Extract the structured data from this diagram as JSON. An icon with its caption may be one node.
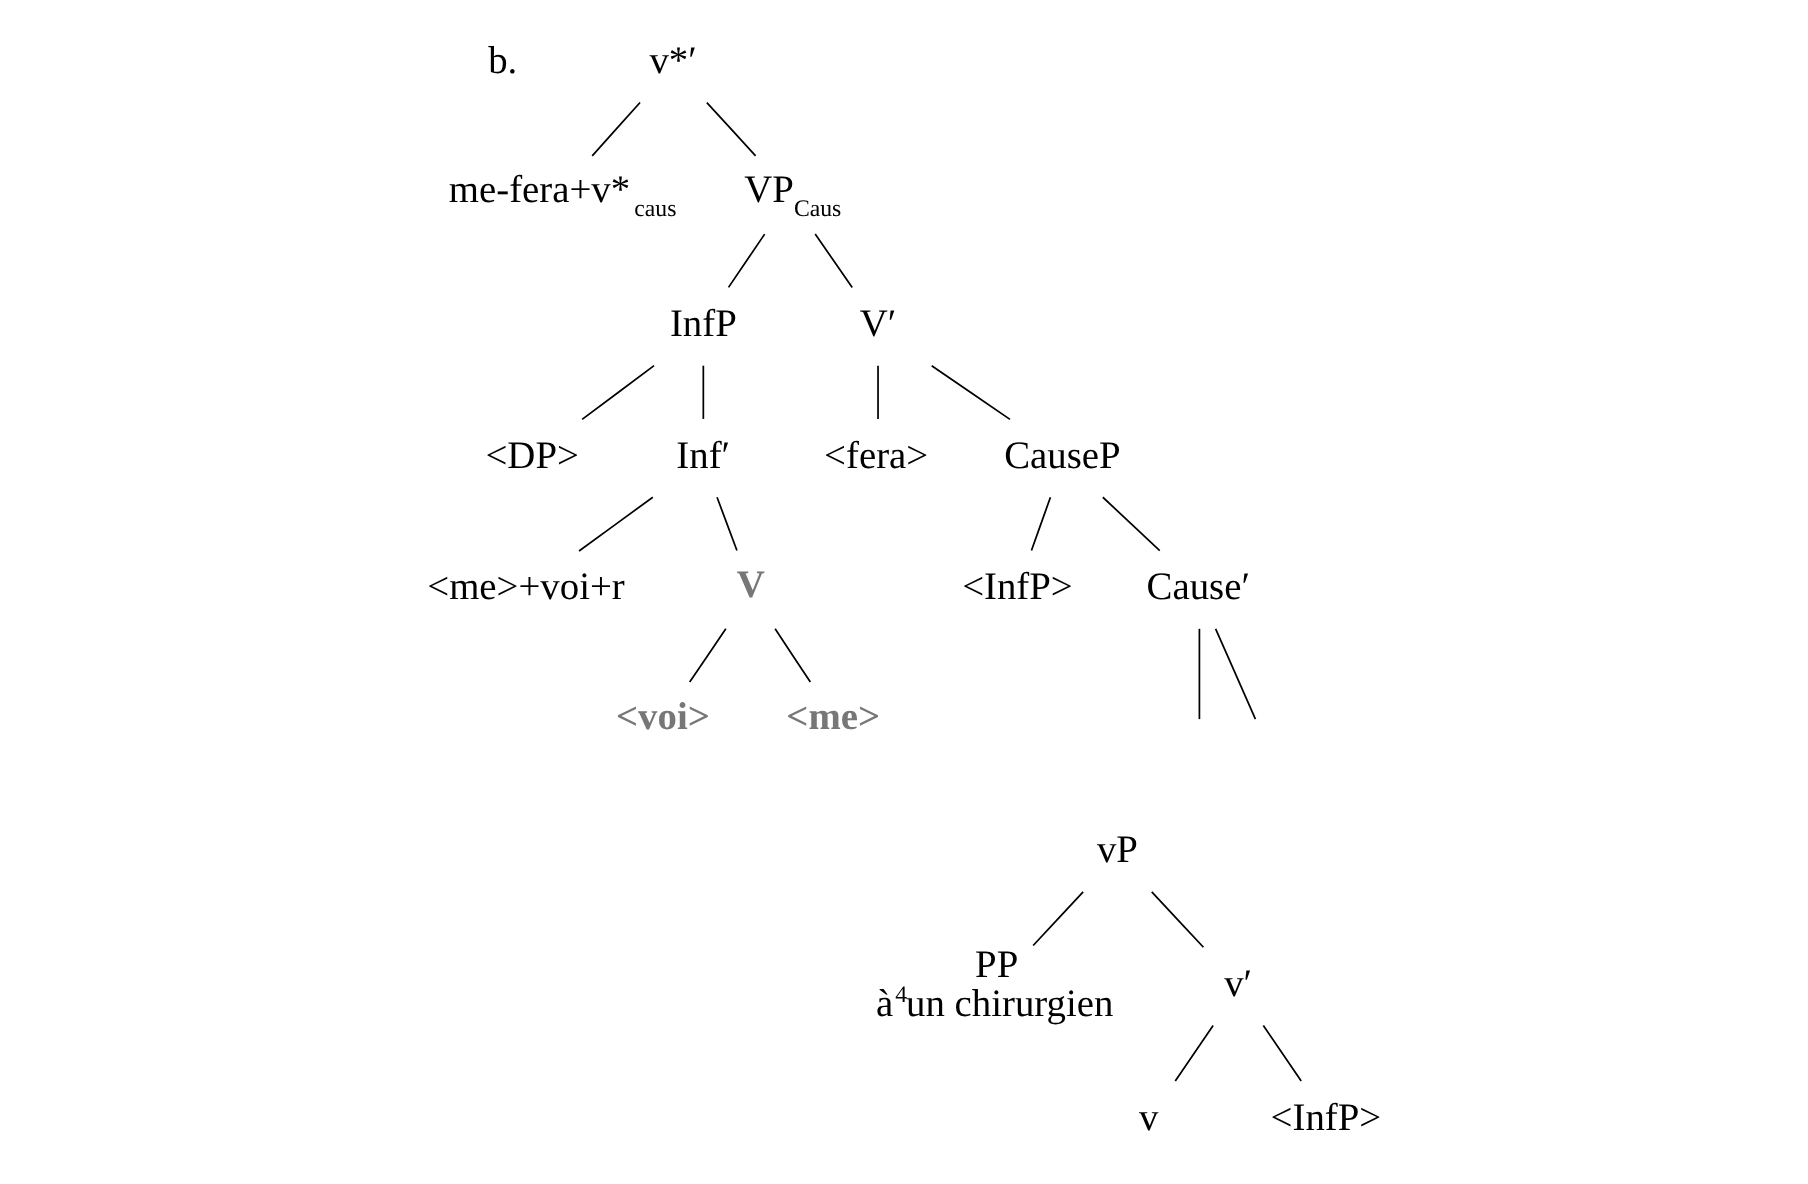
{
  "diagram": {
    "nodes": [
      {
        "text": [
          "v*′"
        ]
      },
      {
        "text": [
          "me-fera+v*$_{caus}$"
        ]
      },
      {
        "text": [
          "VP$_{Caus}$"
        ]
      },
      {
        "text": [
          "InfP"
        ]
      },
      {
        "text": [
          "V′"
        ]
      },
      {
        "text": [
          "<DP>"
        ]
      },
      {
        "text": [
          "Inf′"
        ]
      },
      {
        "text": [
          "<fera>"
        ]
      },
      {
        "text": [
          "CauseP"
        ]
      },
      {
        "text": [
          "<me>+voi+r"
        ]
      },
      {
        "text": [
          "V"
        ]
      },
      {
        "text": [
          "<InfP>"
        ]
      },
      {
        "text": [
          "Cause′"
        ]
      },
      {
        "text": [
          "<voi>"
        ]
      },
      {
        "text": [
          "<me>"
        ]
      },
      {
        "text": [
          "vP"
        ]
      },
      {
        "text": [
          "PP",
          "à$^{4}$un chirurgien"
        ]
      },
      {
        "text": [
          "v′"
        ]
      },
      {
        "text": [
          "v"
        ]
      },
      {
        "text": [
          "<InfP>"
        ]
      }
    ],
    "edges": [
      {
        "from": 0,
        "to": 1,
        "arrow": "none"
      },
      {
        "from": 0,
        "to": 2,
        "arrow": "none"
      },
      {
        "from": 2,
        "to": 3,
        "arrow": "none"
      },
      {
        "from": 2,
        "to": 4,
        "arrow": "none"
      },
      {
        "from": 3,
        "to": 5,
        "arrow": "none"
      },
      {
        "from": 3,
        "to": 6,
        "arrow": "none"
      },
      {
        "from": 4,
        "to": 7,
        "arrow": "none"
      },
      {
        "from": 4,
        "to": 8,
        "arrow": "none"
      },
      {
        "from": 6,
        "to": 9,
        "arrow": "none"
      },
      {
        "from": 6,
        "to": 10,
        "arrow": "none"
      },
      {
        "from": 8,
        "to": 11,
        "arrow": "none"
      },
      {
        "from": 8,
        "to": 12,
        "arrow": "none"
      },
      {
        "from": 10,
        "to": 13,
        "arrow": "none"
      },
      {
        "from": 10,
        "to": 14,
        "arrow": "none"
      },
      {
        "from": 12,
        "to": null,
        "arrow": "none"
      },
      {
        "from": 12,
        "to": null,
        "arrow": "none"
      },
      {
        "from": 15,
        "to": 16,
        "arrow": "none"
      },
      {
        "from": 15,
        "to": 17,
        "arrow": "none"
      },
      {
        "from": 17,
        "to": 18,
        "arrow": "none"
      },
      {
        "from": 17,
        "to": 19,
        "arrow": "none"
      }
    ],
    "labels": [
      "b."
    ]
  }
}
